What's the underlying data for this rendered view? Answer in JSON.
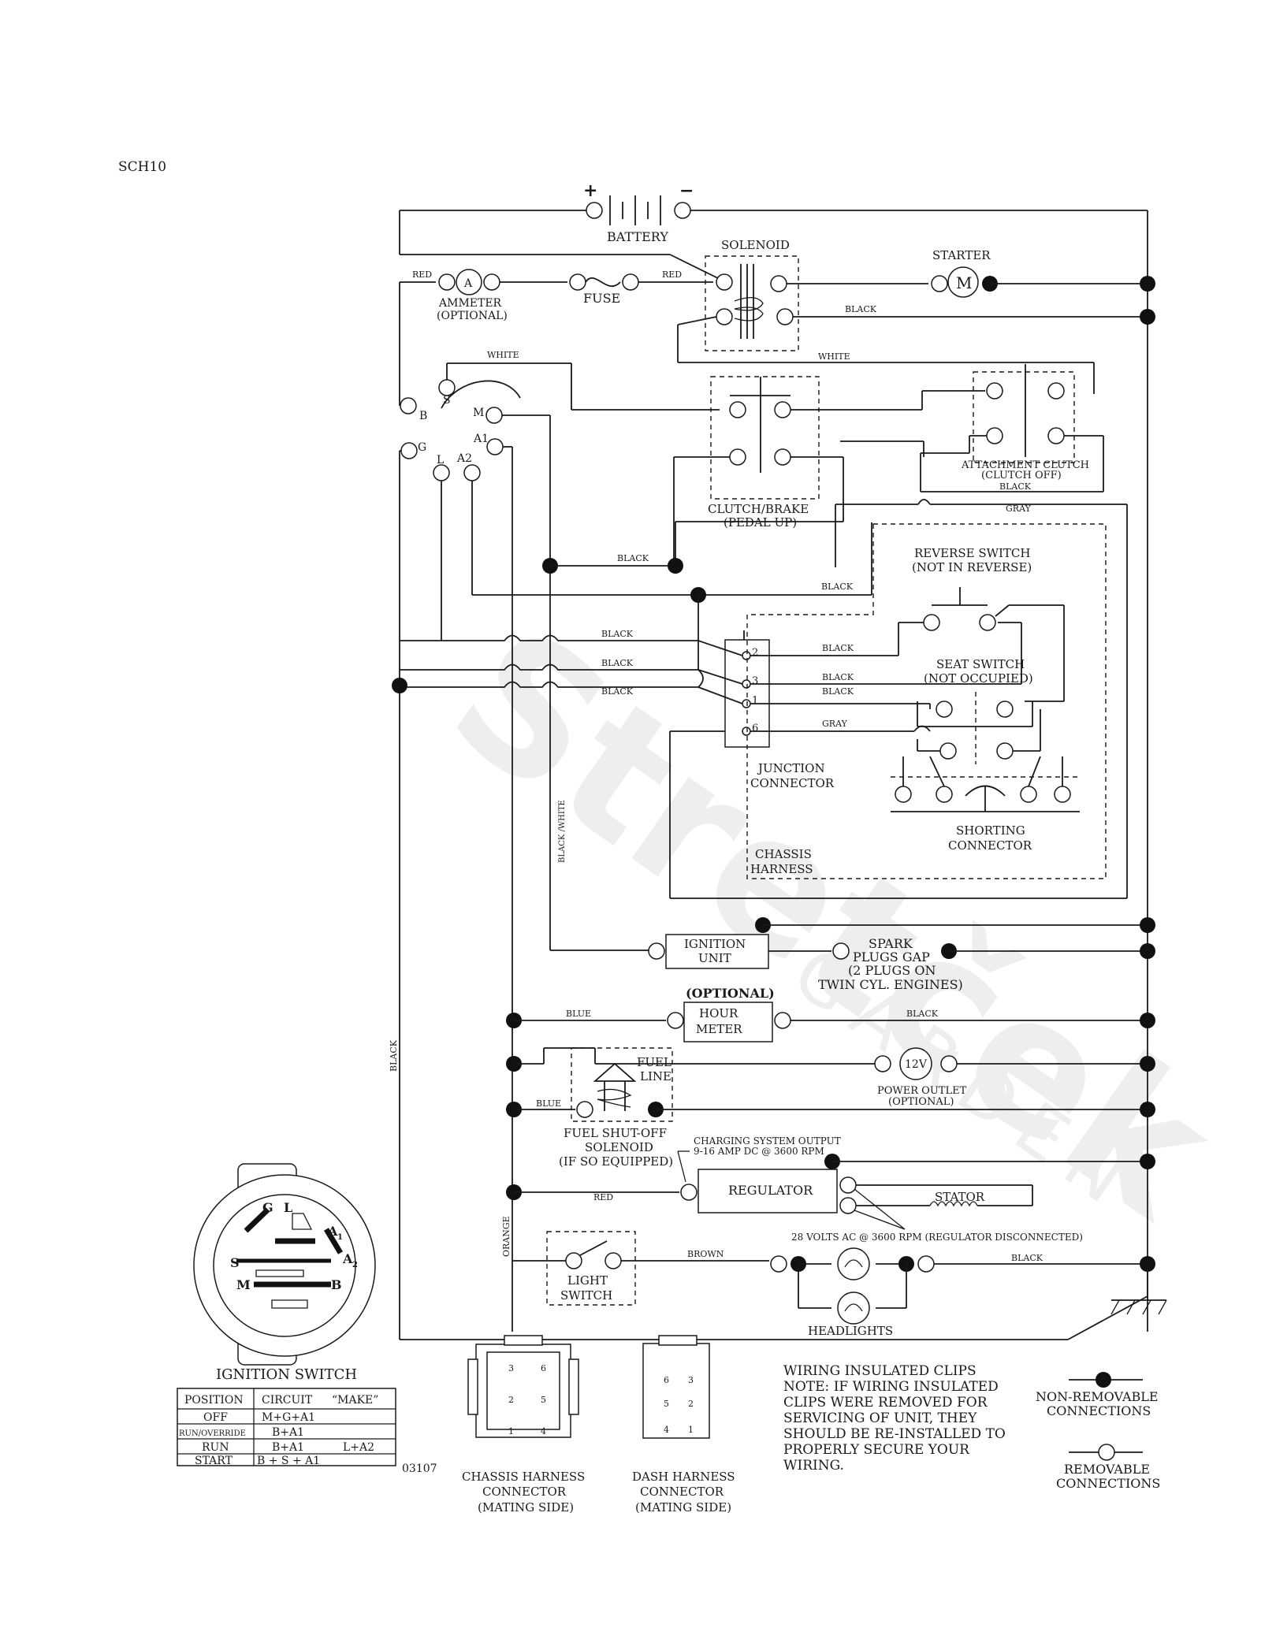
{
  "page_code": "SCH10",
  "drawing_number": "03107",
  "watermark": {
    "brand": "Stretček",
    "sub": "GARDEN"
  },
  "battery": {
    "label": "BATTERY",
    "plus": "+",
    "minus": "−"
  },
  "solenoid": {
    "label": "SOLENOID"
  },
  "starter": {
    "label": "STARTER",
    "symbol": "M"
  },
  "ammeter": {
    "symbol": "A",
    "label": "AMMETER",
    "note": "(OPTIONAL)"
  },
  "fuse": {
    "label": "FUSE"
  },
  "ignition_switch": {
    "terminals": [
      "S",
      "M",
      "B",
      "A1",
      "G",
      "L",
      "A2"
    ],
    "face_letters": {
      "g": "G",
      "l": "L",
      "a1": "A",
      "a1_sub": "1",
      "a2": "A",
      "a2_sub": "2",
      "s": "S",
      "m": "M",
      "b": "B"
    },
    "title": "IGNITION SWITCH",
    "table": {
      "headers": [
        "POSITION",
        "CIRCUIT",
        "“MAKE”"
      ],
      "rows": [
        {
          "position": "OFF",
          "circuit": "M+G+A1",
          "extra": ""
        },
        {
          "position": "RUN/OVERRIDE",
          "circuit": "B+A1",
          "extra": ""
        },
        {
          "position": "RUN",
          "circuit": "B+A1",
          "extra": "L+A2"
        },
        {
          "position": "START",
          "circuit": "B + S + A1",
          "extra": ""
        }
      ]
    }
  },
  "clutch_brake": {
    "label1": "CLUTCH/BRAKE",
    "label2": "(PEDAL UP)"
  },
  "attachment_clutch": {
    "label1": "ATTACHMENT CLUTCH",
    "label2": "(CLUTCH OFF)"
  },
  "reverse_switch": {
    "label1": "REVERSE SWITCH",
    "label2": "(NOT IN REVERSE)"
  },
  "seat_switch": {
    "label1": "SEAT SWITCH",
    "label2": "(NOT OCCUPIED)"
  },
  "junction": {
    "label1": "JUNCTION",
    "label2": "CONNECTOR",
    "pins": [
      "2",
      "3",
      "1",
      "6"
    ]
  },
  "shorting": {
    "label1": "SHORTING",
    "label2": "CONNECTOR"
  },
  "chassis_harness": {
    "label1": "CHASSIS",
    "label2": "HARNESS"
  },
  "ignition_unit": {
    "label1": "IGNITION",
    "label2": "UNIT"
  },
  "spark": {
    "line1": "SPARK",
    "line2": "PLUGS GAP",
    "line3": "(2 PLUGS ON",
    "line4": "TWIN CYL. ENGINES)"
  },
  "hour_meter": {
    "optional": "(OPTIONAL)",
    "label1": "HOUR",
    "label2": "METER"
  },
  "fuel_solenoid": {
    "fuel": "FUEL",
    "line": "LINE",
    "label1": "FUEL SHUT-OFF",
    "label2": "SOLENOID",
    "label3": "(IF SO EQUIPPED)"
  },
  "power_outlet": {
    "symbol": "12V",
    "label1": "POWER OUTLET",
    "label2": "(OPTIONAL)"
  },
  "charging": {
    "line1": "CHARGING SYSTEM OUTPUT",
    "line2": "9-16 AMP DC @ 3600 RPM"
  },
  "regulator": {
    "label": "REGULATOR"
  },
  "stator": {
    "label": "STATOR"
  },
  "ac_note": "28 VOLTS AC @ 3600 RPM (REGULATOR DISCONNECTED)",
  "light_switch": {
    "label1": "LIGHT",
    "label2": "SWITCH"
  },
  "headlights": {
    "label": "HEADLIGHTS"
  },
  "wires": {
    "red": "RED",
    "white": "WHITE",
    "black": "BLACK",
    "gray": "GRAY",
    "blue": "BLUE",
    "orange": "ORANGE",
    "brown": "BROWN",
    "black_white": "BLACK /WHITE"
  },
  "chassis_connector": {
    "pins": [
      "3",
      "6",
      "2",
      "5",
      "1",
      "4"
    ],
    "label1": "CHASSIS HARNESS",
    "label2": "CONNECTOR",
    "label3": "(MATING SIDE)"
  },
  "dash_connector": {
    "pins": [
      "6",
      "3",
      "5",
      "2",
      "4",
      "1"
    ],
    "label1": "DASH HARNESS",
    "label2": "CONNECTOR",
    "label3": "(MATING SIDE)"
  },
  "notes": [
    "WIRING INSULATED CLIPS",
    "NOTE:  IF WIRING INSULATED",
    "CLIPS WERE REMOVED FOR",
    "SERVICING OF UNIT, THEY",
    "SHOULD BE RE-INSTALLED TO",
    "PROPERLY SECURE YOUR",
    " WIRING."
  ],
  "legend": {
    "nonremovable1": "NON-REMOVABLE",
    "nonremovable2": "CONNECTIONS",
    "removable1": "REMOVABLE",
    "removable2": "CONNECTIONS"
  }
}
